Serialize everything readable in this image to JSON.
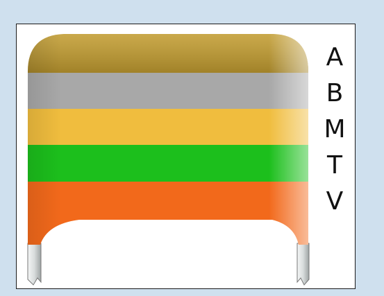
{
  "band_labels": [
    "A",
    "B",
    "M",
    "T",
    "V"
  ],
  "bands": [
    {
      "label": "A",
      "color": "#c9a232"
    },
    {
      "label": "B",
      "color": "#a8a8a8"
    },
    {
      "label": "M",
      "color": "#f0bd3e"
    },
    {
      "label": "T",
      "color": "#1cbf1c"
    },
    {
      "label": "V",
      "color": "#f2691b"
    }
  ],
  "leads": {
    "color": "#d8dcdc"
  }
}
